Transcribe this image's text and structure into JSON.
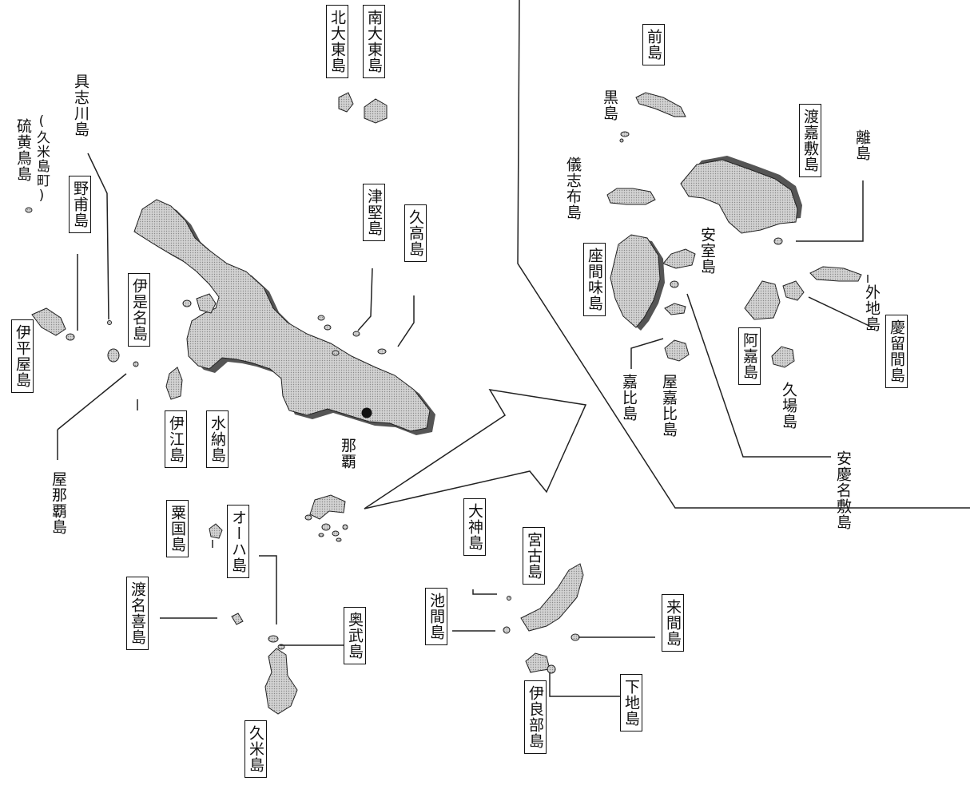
{
  "islands": {
    "kita_daito": "北大東島",
    "minami_daito": "南大東島",
    "mae": "前島",
    "kuro": "黒島",
    "tokashiki": "渡嘉敷島",
    "hanare": "離島",
    "gishippu": "儀志布島",
    "amuro": "安室島",
    "sotochi": "外地島",
    "zamami": "座間味島",
    "geruma": "慶留間島",
    "aka": "阿嘉島",
    "kuba": "久場島",
    "gahi": "嘉比島",
    "yakabi": "屋嘉比島",
    "agenashiki": "安慶名敷島",
    "iou": "硫黄鳥島",
    "iou_note": "(久米島町)",
    "gushikawa": "具志川島",
    "nodaki": "野甫島",
    "iheya": "伊平屋島",
    "izena": "伊是名島",
    "tsuken": "津堅島",
    "kudaka": "久高島",
    "ie": "伊江島",
    "minna": "水納島",
    "yanaha": "屋那覇島",
    "naha": "那覇",
    "aguni": "粟国島",
    "ohajima": "オーハ島",
    "tonaki": "渡名喜島",
    "oujima": "奥武島",
    "kume": "久米島",
    "ogami": "大神島",
    "miyako": "宮古島",
    "ikema": "池間島",
    "kurima": "来間島",
    "shimoji": "下地島",
    "irabu": "伊良部島"
  }
}
